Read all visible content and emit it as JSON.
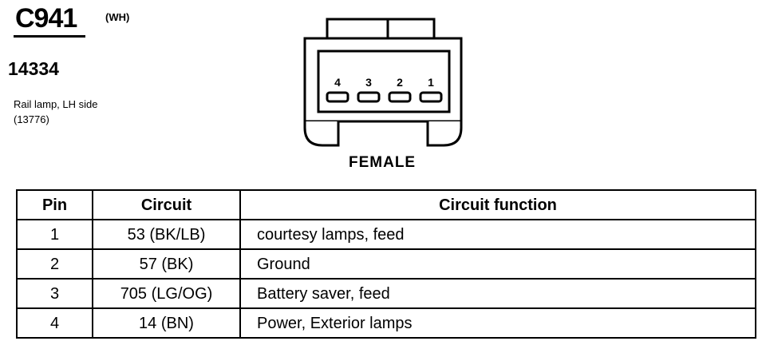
{
  "connector": {
    "id": "C941",
    "color": "(WH)",
    "part_number": "14334",
    "description_line1": "Rail lamp, LH side",
    "description_line2": "(13776)",
    "gender": "FEMALE",
    "pin_numbers": [
      "4",
      "3",
      "2",
      "1"
    ]
  },
  "table": {
    "headers": [
      "Pin",
      "Circuit",
      "Circuit function"
    ],
    "rows": [
      {
        "pin": "1",
        "circuit": "53 (BK/LB)",
        "function": "courtesy lamps, feed"
      },
      {
        "pin": "2",
        "circuit": "57 (BK)",
        "function": "Ground"
      },
      {
        "pin": "3",
        "circuit": "705 (LG/OG)",
        "function": "Battery saver, feed"
      },
      {
        "pin": "4",
        "circuit": "14 (BN)",
        "function": "Power, Exterior lamps"
      }
    ]
  }
}
